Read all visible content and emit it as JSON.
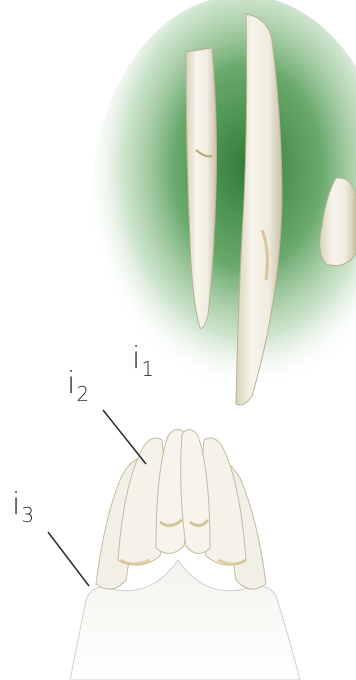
{
  "labels": {
    "i1": {
      "letter": "i",
      "subscript": "1"
    },
    "i2": {
      "letter": "i",
      "subscript": "2"
    },
    "i3": {
      "letter": "i",
      "subscript": "3"
    }
  },
  "colors": {
    "background": "#ffffff",
    "green_glow": "#3f8a44",
    "tooth": "#f3f1e6",
    "tooth_shadow": "#d9d4bd",
    "tooth_stain": "#c9b784",
    "label_text": "#2b2b2b"
  }
}
